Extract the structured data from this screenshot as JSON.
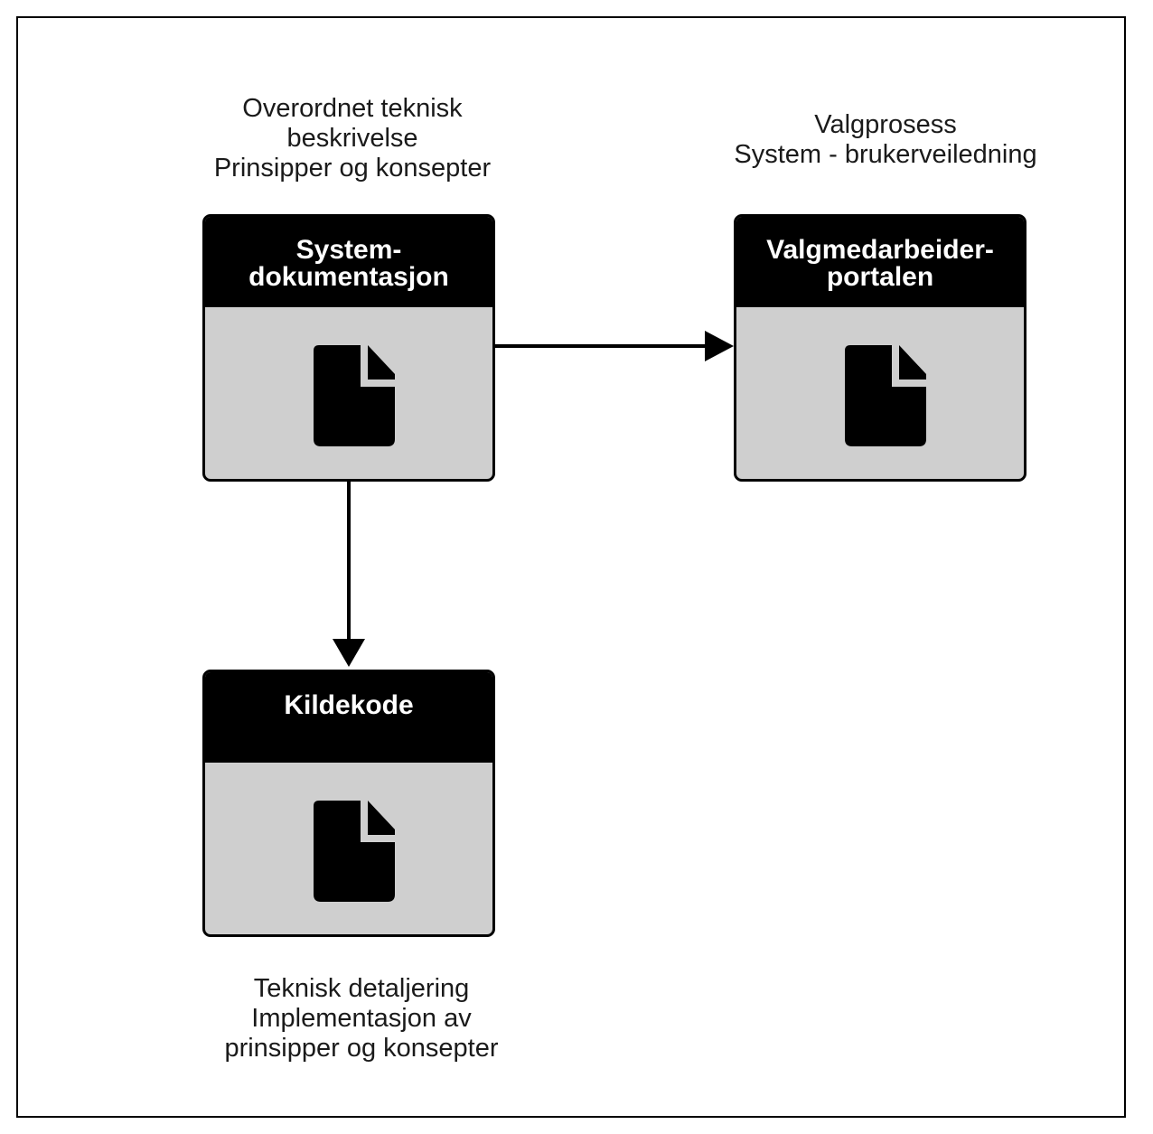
{
  "captions": {
    "top_left": [
      "Overordnet teknisk",
      "beskrivelse",
      "Prinsipper og konsepter"
    ],
    "top_right": [
      "Valgprosess",
      "System - brukerveiledning"
    ],
    "bottom": [
      "Teknisk detaljering",
      "Implementasjon av",
      "prinsipper og konsepter"
    ]
  },
  "nodes": {
    "systemdok": {
      "title_lines": [
        "System-",
        "dokumentasjon"
      ],
      "icon": "document-icon"
    },
    "portal": {
      "title_lines": [
        "Valgmedarbeider-",
        "portalen"
      ],
      "icon": "document-icon"
    },
    "kildekode": {
      "title_lines": [
        "Kildekode"
      ],
      "icon": "document-icon"
    }
  },
  "colors": {
    "header": "#000000",
    "body": "#cfcfcf",
    "line": "#000000"
  }
}
